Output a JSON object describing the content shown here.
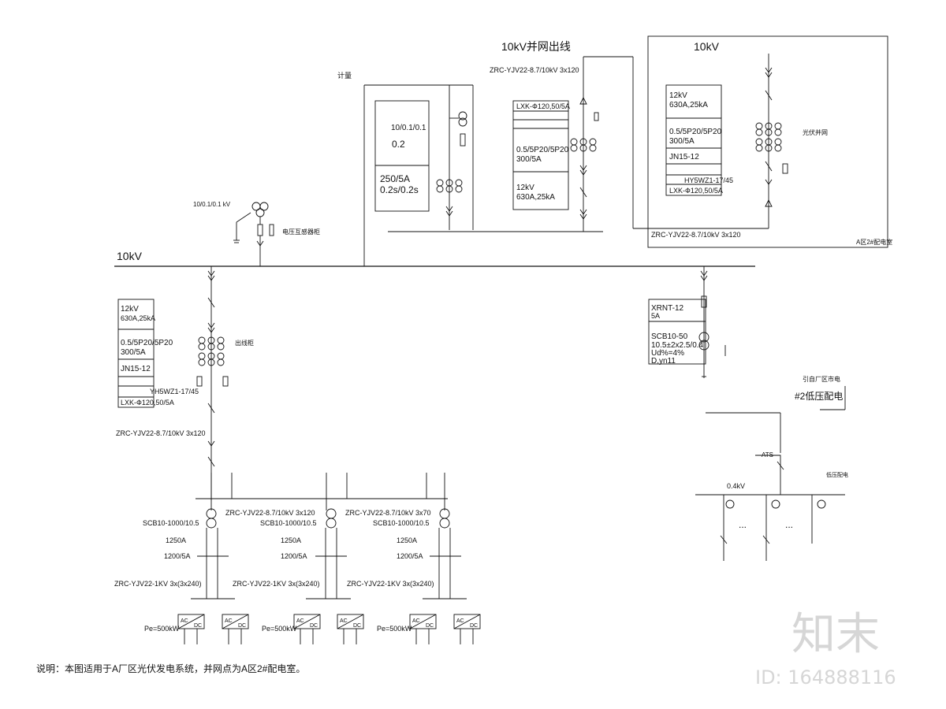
{
  "labels": {
    "grid_line": "10kV并网出线",
    "cable_grid": "ZRC-YJV22-8.7/10kV 3x120",
    "top_right": "10kV",
    "metering": "计量",
    "meter_vt": "10/0.1/0.1",
    "meter_accuracy": "0.2",
    "meter_ct": "250/5A",
    "meter_ct_accuracy": "0.2s/0.2s",
    "inc_lxk": "LXK-Ф120,50/5A",
    "inc_ct": "0.5/5P20/5P20",
    "inc_ct2": "300/5A",
    "inc_breaker": "12kV",
    "inc_breaker2": "630A,25kA",
    "rp_breaker": "12kV",
    "rp_breaker2": "630A,25kA",
    "rp_ct": "0.5/5P20/5P20",
    "rp_ct2": "300/5A",
    "rp_jn": "JN15-12",
    "rp_arrester": "HY5WZ1-17/45",
    "rp_lxk": "LXK-Ф120,50/5A",
    "rp_cable": "ZRC-YJV22-8.7/10kV 3x120",
    "rp_tag": "A区2#配电室",
    "pt_label": "电压互感器柜",
    "pt_vt": "10/0.1/0.1 kV",
    "bus": "10kV",
    "ff_breaker": "12kV",
    "ff_breaker2": "630A,25kA",
    "ff_ct": "0.5/5P20/5P20",
    "ff_ct2": "300/5A",
    "ff_jn": "JN15-12",
    "ff_arrester": "YH5WZ1-17/45",
    "ff_lxk": "LXK-Ф120,50/5A",
    "ff_cable": "ZRC-YJV22-8.7/10kV 3x120",
    "st_fuse": "XRNT-12",
    "st_fuse2": "5A",
    "st_tr": "SCB10-50",
    "st_tr2": "10.5±2x2.5/0.4",
    "st_tr3": "Ud%=4%",
    "st_tr4": "D,yn11",
    "st_panel": "#2低压配电",
    "st_panel_note": "引自厂区市电",
    "ats": "ATS",
    "lv_bus": "0.4kV",
    "dots": "...",
    "b_cable1": "ZRC-YJV22-8.7/10kV 3x120",
    "b_cable2": "ZRC-YJV22-8.7/10kV 3x70",
    "b_tr": "SCB10-1000/10.5",
    "b_1250": "1250A",
    "b_1200": "1200/5A",
    "b_lv_cable": "ZRC-YJV22-1KV 3x(3x240)",
    "b_inv_power": "Pe=500kW",
    "ac": "AC",
    "dc": "DC",
    "note": "说明：本图适用于A厂区光伏发电系统，并网点为A区2#配电室。",
    "watermark_logo": "知末",
    "watermark_id": "ID: 164888116"
  }
}
